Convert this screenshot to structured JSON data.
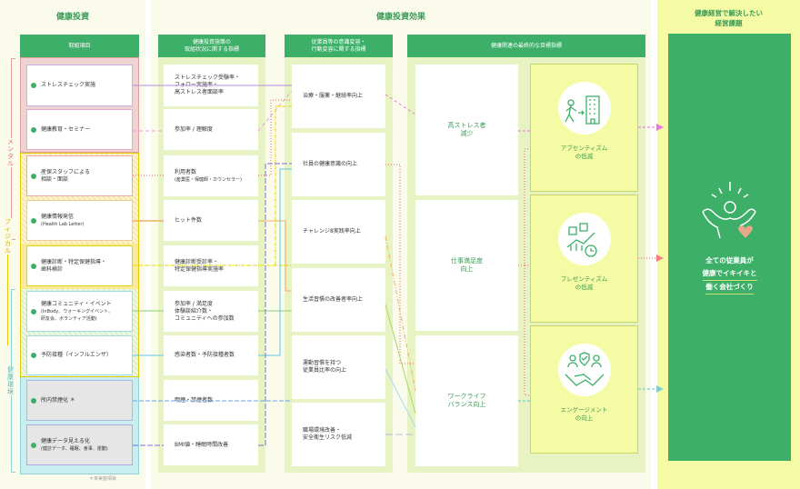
{
  "panels": {
    "investment": "健康投資",
    "effect": "健康投資効果",
    "issue": "健康経営で解決したい\n経営課題"
  },
  "headers": {
    "col1": "取組項目",
    "col2": "健康投資施策の\n取組状況に関する指標",
    "col3": "従業員等の意識変容・\n行動変容に関する指標",
    "col4": "健康関連の最終的な目標指標"
  },
  "categories": {
    "mental": "メンタル",
    "physical": "フィジカル",
    "environment": "健康環境"
  },
  "items": [
    {
      "main": "ストレスチェック実施",
      "sub": ""
    },
    {
      "main": "健康教育・セミナー",
      "sub": ""
    },
    {
      "main": "産保スタッフによる\n相談・面談",
      "sub": ""
    },
    {
      "main": "健康情報発信",
      "sub": "(Health Lab Letter)"
    },
    {
      "main": "健康診断・特定保健指導・\n歯科検診",
      "sub": ""
    },
    {
      "main": "健康コミュニティ・イベント",
      "sub": "(InBody、ウォーキングイベント、\n研友会、ボランティア活動)"
    },
    {
      "main": "予防接種（インフルエンザ）",
      "sub": ""
    },
    {
      "main": "所内禁煙化 ＊",
      "sub": ""
    },
    {
      "main": "健康データ見える化",
      "sub": "(健診データ、睡眠、食事、運動)"
    }
  ],
  "note": "＊未実施項目",
  "measures": [
    {
      "main": "ストレスチェック受験率・\nフォロー実施率・\n高ストレス者面談率",
      "sub": ""
    },
    {
      "main": "参加率 / 理解度",
      "sub": ""
    },
    {
      "main": "利用者数",
      "sub": "(産業医・保健師・カウンセラー)"
    },
    {
      "main": "ヒット件数",
      "sub": ""
    },
    {
      "main": "健康診断受診率・\n特定保健指導実施率",
      "sub": ""
    },
    {
      "main": "参加率 / 満足度\n体験談紹介数・\nコミュニティへの参加数",
      "sub": ""
    },
    {
      "main": "感染者数・予防接種者数",
      "sub": ""
    },
    {
      "main": "喫煙・禁煙者数",
      "sub": ""
    },
    {
      "main": "BMI値・睡眠時間改善",
      "sub": ""
    }
  ],
  "behaviors": [
    "治療・服薬・継続率向上",
    "社員の健康意識の向上",
    "チャレンジ8実践率向上",
    "生活習慣の改善者率向上",
    "運動習慣を持つ\n従業員比率の向上",
    "職場環境改善・\n安全衛生リスク低減"
  ],
  "goals": [
    "高ストレス者\n減少",
    "仕事満足度\n向上",
    "ワークライフ\nバランス向上"
  ],
  "outcomes": [
    {
      "label": "アブセンティズム\nの低減",
      "icon": "walking-to-office-icon"
    },
    {
      "label": "プレゼンティズム\nの低減",
      "icon": "productivity-chart-icon"
    },
    {
      "label": "エンゲージメント\nの向上",
      "icon": "handshake-icon"
    }
  ],
  "final": {
    "line1": "全ての従業員が",
    "line2": "健康でイキイキと",
    "line3": "働く会社づくり",
    "icon": "cheering-person-heart-icon"
  },
  "colors": {
    "green": "#3daf69",
    "panelBg": "#fbfbec",
    "bodyBg": "#e7f3c3",
    "yellow": "#f5fba4",
    "heart": "#e8a88a"
  }
}
